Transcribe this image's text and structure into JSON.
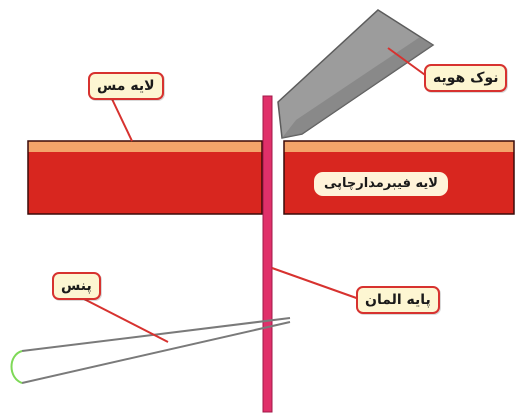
{
  "labels": {
    "copper_layer": "لایه مس",
    "fiberglass_layer": "لایه فیبرمدارچاپی",
    "iron_tip": "نوک هویه",
    "component_lead": "پایه المان",
    "tweezers": "پنس"
  },
  "colors": {
    "copper": "#f3a46a",
    "fiberglass": "#d8261f",
    "component_lead": "#e0306a",
    "iron_tip": "#9c9c9c",
    "label_border": "#d7322f",
    "label_fill": "#fdf6d2",
    "tweezers_outline": "#7a7a7a",
    "tweezers_tip": "#7ed957"
  }
}
